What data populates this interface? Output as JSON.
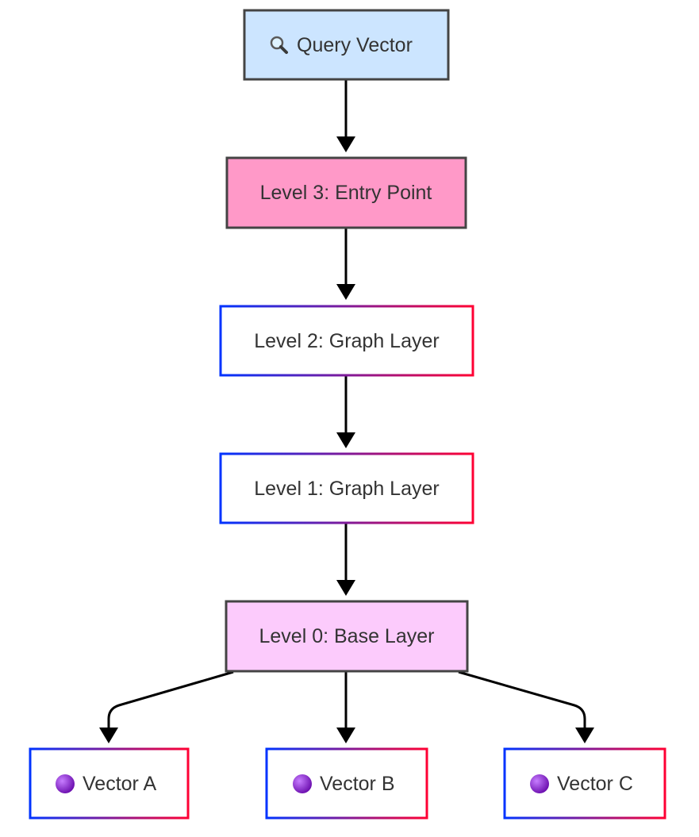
{
  "diagram": {
    "nodes": [
      {
        "id": "query",
        "label": "Query Vector",
        "icon": "magnifier-icon",
        "style": "blue-fill"
      },
      {
        "id": "level3",
        "label": "Level 3: Entry Point",
        "icon": null,
        "style": "pink-fill"
      },
      {
        "id": "level2",
        "label": "Level 2: Graph Layer",
        "icon": null,
        "style": "gradient-border"
      },
      {
        "id": "level1",
        "label": "Level 1: Graph Layer",
        "icon": null,
        "style": "gradient-border"
      },
      {
        "id": "level0",
        "label": "Level 0: Base Layer",
        "icon": null,
        "style": "lavender-fill"
      },
      {
        "id": "vecA",
        "label": "Vector A",
        "icon": "purple-circle-icon",
        "style": "gradient-border"
      },
      {
        "id": "vecB",
        "label": "Vector B",
        "icon": "purple-circle-icon",
        "style": "gradient-border"
      },
      {
        "id": "vecC",
        "label": "Vector C",
        "icon": "purple-circle-icon",
        "style": "gradient-border"
      }
    ],
    "edges": [
      {
        "from": "query",
        "to": "level3"
      },
      {
        "from": "level3",
        "to": "level2"
      },
      {
        "from": "level2",
        "to": "level1"
      },
      {
        "from": "level1",
        "to": "level0"
      },
      {
        "from": "level0",
        "to": "vecA"
      },
      {
        "from": "level0",
        "to": "vecB"
      },
      {
        "from": "level0",
        "to": "vecC"
      }
    ]
  },
  "colors": {
    "blue_fill": "#cce5ff",
    "pink_fill": "#ff99c8",
    "lavender_fill": "#fccbfc",
    "dark_border": "#444444",
    "gradient_start": "#0033ff",
    "gradient_end": "#ff0033",
    "purple_dot": "#8e2de2",
    "edge": "#000000"
  }
}
